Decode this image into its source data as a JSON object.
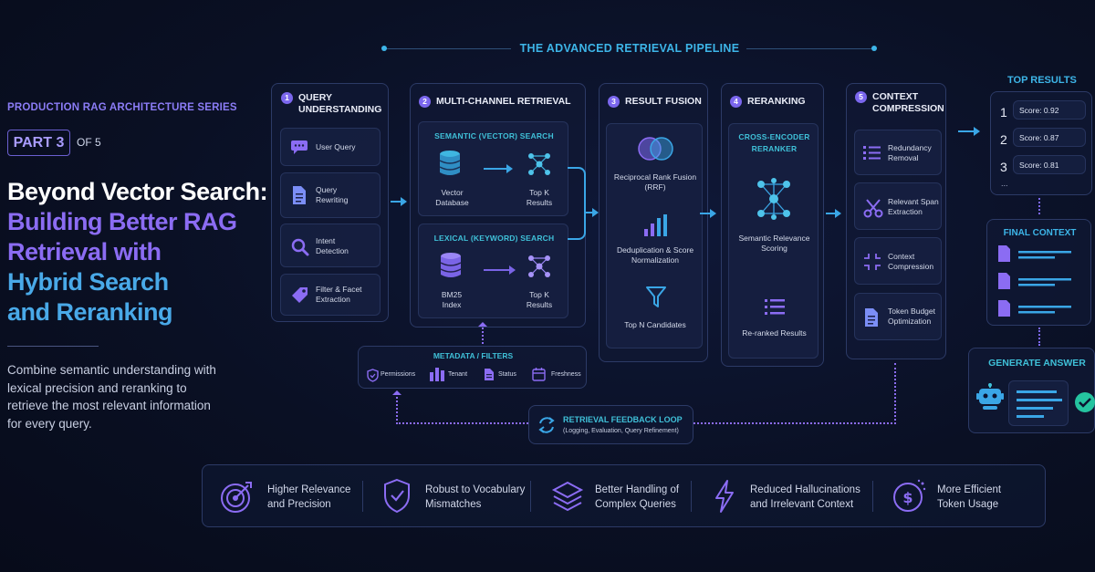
{
  "header": {
    "series": "PRODUCTION RAG ARCHITECTURE SERIES",
    "part": "PART 3",
    "of": "OF 5",
    "title_lines": [
      "Beyond Vector Search:",
      "Building Better RAG",
      "Retrieval with",
      "Hybrid Search",
      "and Reranking"
    ],
    "description": "Combine semantic understanding with lexical precision and reranking to retrieve the most relevant information for every query."
  },
  "pipeline": {
    "title": "THE ADVANCED RETRIEVAL PIPELINE",
    "stages": [
      {
        "num": "1",
        "title": "QUERY UNDERSTANDING",
        "items": [
          {
            "label": "User Query",
            "icon": "chat-bubble-icon"
          },
          {
            "label": "Query Rewriting",
            "icon": "document-icon"
          },
          {
            "label": "Intent Detection",
            "icon": "search-icon"
          },
          {
            "label": "Filter & Facet Extraction",
            "icon": "tag-icon"
          }
        ]
      },
      {
        "num": "2",
        "title": "MULTI-CHANNEL RETRIEVAL",
        "channels": [
          {
            "title": "SEMANTIC (VECTOR) SEARCH",
            "source": "Vector Database",
            "result": "Top K Results"
          },
          {
            "title": "LEXICAL (KEYWORD) SEARCH",
            "source": "BM25 Index",
            "result": "Top K Results"
          }
        ]
      },
      {
        "num": "3",
        "title": "RESULT FUSION",
        "items": [
          {
            "label": "Reciprocal Rank Fusion (RRF)",
            "icon": "venn-icon"
          },
          {
            "label": "Deduplication & Score Normalization",
            "icon": "bar-chart-icon"
          },
          {
            "label": "Top N Candidates",
            "icon": "funnel-icon"
          }
        ]
      },
      {
        "num": "4",
        "title": "RERANKING",
        "reranker_title": "CROSS-ENCODER RERANKER",
        "items": [
          {
            "label": "Semantic Relevance Scoring",
            "icon": "network-icon"
          },
          {
            "label": "Re-ranked Results",
            "icon": "list-icon"
          }
        ]
      },
      {
        "num": "5",
        "title": "CONTEXT COMPRESSION",
        "items": [
          {
            "label": "Redundancy Removal",
            "icon": "list-icon"
          },
          {
            "label": "Relevant Span Extraction",
            "icon": "scissors-icon"
          },
          {
            "label": "Context Compression",
            "icon": "compress-icon"
          },
          {
            "label": "Token Budget Optimization",
            "icon": "document-icon"
          }
        ]
      }
    ],
    "metadata": {
      "title": "METADATA / FILTERS",
      "items": [
        {
          "label": "Permissions",
          "icon": "shield-icon"
        },
        {
          "label": "Tenant",
          "icon": "building-icon"
        },
        {
          "label": "Status",
          "icon": "document-icon"
        },
        {
          "label": "Freshness",
          "icon": "calendar-icon"
        }
      ]
    },
    "feedback": {
      "title": "RETRIEVAL FEEDBACK LOOP",
      "subtitle": "(Logging, Evaluation, Query Refinement)"
    }
  },
  "results": {
    "title": "TOP RESULTS",
    "items": [
      {
        "rank": "1",
        "score": "Score: 0.92"
      },
      {
        "rank": "2",
        "score": "Score: 0.87"
      },
      {
        "rank": "3",
        "score": "Score: 0.81"
      }
    ],
    "more": "...",
    "final_context": "FINAL CONTEXT",
    "generate": "GENERATE ANSWER"
  },
  "benefits": [
    {
      "text": [
        "Higher Relevance",
        "and Precision"
      ],
      "icon": "target-icon"
    },
    {
      "text": [
        "Robust to Vocabulary",
        "Mismatches"
      ],
      "icon": "shield-check-icon"
    },
    {
      "text": [
        "Better Handling of",
        "Complex Queries"
      ],
      "icon": "layers-icon"
    },
    {
      "text": [
        "Reduced Hallucinations",
        "and Irrelevant Context"
      ],
      "icon": "lightning-icon"
    },
    {
      "text": [
        "More Efficient",
        "Token Usage"
      ],
      "icon": "dollar-icon"
    }
  ],
  "colors": {
    "accent_purple": "#7b67ee",
    "accent_cyan": "#3fc0d8",
    "accent_blue": "#3aa6e6",
    "check_green": "#25c4a0"
  }
}
